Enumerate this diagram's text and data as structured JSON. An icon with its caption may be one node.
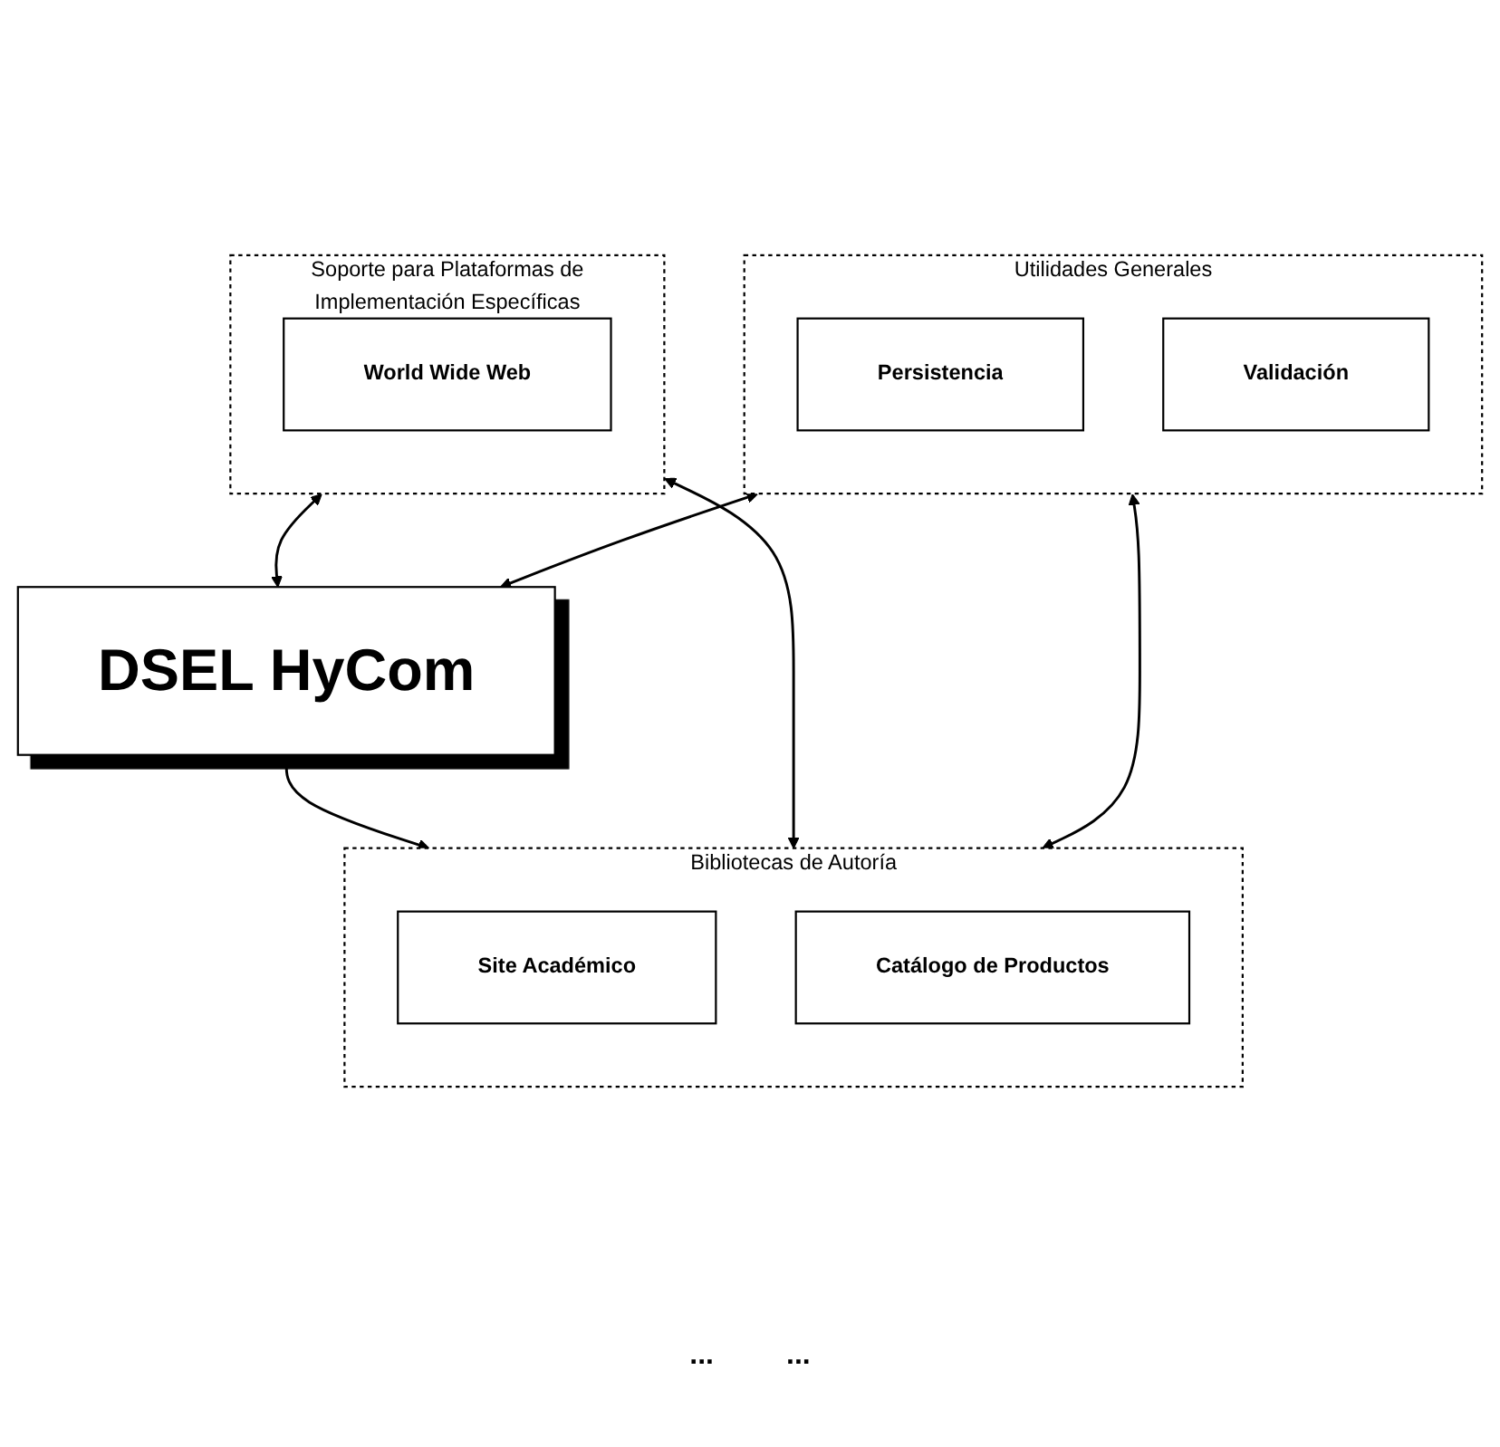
{
  "diagram": {
    "nodes": [
      {
        "text": [
          "Soporte para Plataformas de Implementación Específicas"
        ]
      },
      {
        "text": [
          "World Wide Web"
        ],
        "in": 0
      },
      {
        "text": [
          "Utilidades Generales"
        ]
      },
      {
        "text": [
          "Persistencia"
        ],
        "in": 2
      },
      {
        "text": [
          "Validación"
        ],
        "in": 2
      },
      {
        "text": [
          "DSEL HyCom"
        ]
      },
      {
        "text": [
          "Bibliotecas de Autoría"
        ]
      },
      {
        "text": [
          "Site Académico"
        ],
        "in": 6
      },
      {
        "text": [
          "Catálogo de Productos"
        ],
        "in": 6
      }
    ],
    "edges": [
      {
        "from": 0,
        "to": 5,
        "arrow": "both"
      },
      {
        "from": 2,
        "to": 5,
        "arrow": "both"
      },
      {
        "from": 5,
        "to": 6,
        "arrow": "both"
      },
      {
        "from": 0,
        "to": 6,
        "arrow": "both"
      },
      {
        "from": 2,
        "to": 6,
        "arrow": "both"
      }
    ],
    "labels": [
      "...",
      "..."
    ]
  }
}
